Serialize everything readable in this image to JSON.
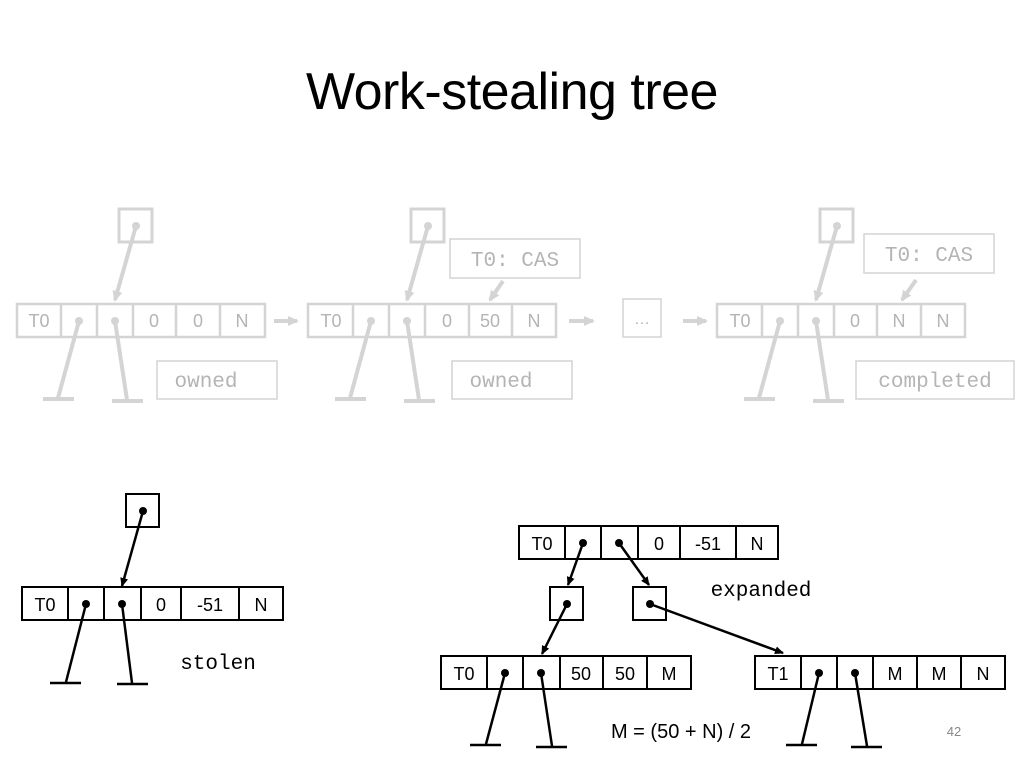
{
  "slide": {
    "title": "Work-stealing tree",
    "page_number": "42"
  },
  "faded_states": {
    "state1": {
      "cells": [
        "T0",
        "",
        "",
        "0",
        "0",
        "N"
      ],
      "label": "owned"
    },
    "state2": {
      "cells": [
        "T0",
        "",
        "",
        "0",
        "50",
        "N"
      ],
      "label": "owned",
      "cas_label": "T0: CAS"
    },
    "ellipsis": "…",
    "state3": {
      "cells": [
        "T0",
        "",
        "",
        "0",
        "N",
        "N"
      ],
      "label": "completed",
      "cas_label": "T0: CAS"
    }
  },
  "stolen_node": {
    "cells": [
      "T0",
      "",
      "",
      "0",
      "-51",
      "N"
    ],
    "label": "stolen"
  },
  "expanded_tree": {
    "root": {
      "cells": [
        "T0",
        "",
        "",
        "0",
        "-51",
        "N"
      ]
    },
    "label": "expanded",
    "left_child": {
      "cells": [
        "T0",
        "",
        "",
        "50",
        "50",
        "M"
      ]
    },
    "right_child": {
      "cells": [
        "T1",
        "",
        "",
        "M",
        "M",
        "N"
      ]
    },
    "formula": "M = (50 + N) / 2"
  },
  "colors": {
    "faded": "#d4d4d4",
    "faded_text": "#b4b4b4",
    "ink": "#000000"
  }
}
